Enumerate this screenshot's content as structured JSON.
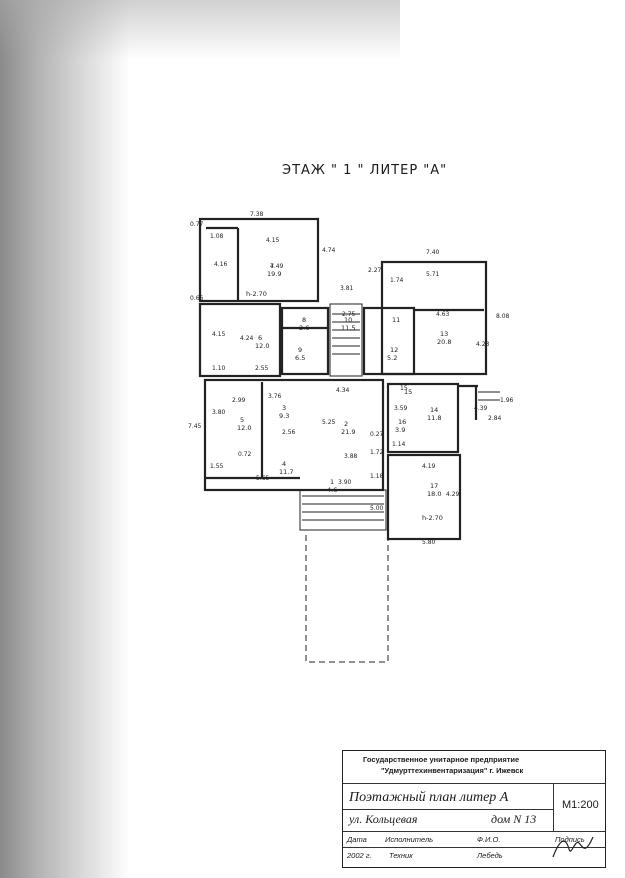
{
  "title": "ЭТАЖ \" 1 \" ЛИТЕР \"А\"",
  "rooms": [
    {
      "num": "7",
      "area": "19.9"
    },
    {
      "num": "6",
      "area": "12.0"
    },
    {
      "num": "8",
      "area": "2.6"
    },
    {
      "num": "9",
      "area": "6.5"
    },
    {
      "num": "10",
      "area": "11.5"
    },
    {
      "num": "11",
      "area": ""
    },
    {
      "num": "12",
      "area": "5.2"
    },
    {
      "num": "13",
      "area": "20.8"
    },
    {
      "num": "5",
      "area": "12.0"
    },
    {
      "num": "3",
      "area": "9.3"
    },
    {
      "num": "2",
      "area": "21.9"
    },
    {
      "num": "4",
      "area": "11.7"
    },
    {
      "num": "1",
      "area": "4.6"
    },
    {
      "num": "15",
      "area": ""
    },
    {
      "num": "14",
      "area": "11.8"
    },
    {
      "num": "16",
      "area": "3.9"
    },
    {
      "num": "17",
      "area": "18.0"
    }
  ],
  "heights": [
    "h-2.70",
    "h-2.70"
  ],
  "dims": [
    "7.38",
    "1.08",
    "4.15",
    "4.16",
    "4.49",
    "4.74",
    "0.77",
    "0.66",
    "4.24",
    "4.15",
    "2.55",
    "1.10",
    "3.81",
    "2.75",
    "2.27",
    "7.40",
    "1.74",
    "5.71",
    "4.63",
    "8.08",
    "4.23",
    "2.99",
    "3.80",
    "3.76",
    "4.34",
    "2.56",
    "5.25",
    "7.45",
    "0.72",
    "1.55",
    "5.65",
    "3.88",
    "3.90",
    "1.18",
    "1.72",
    "0.27",
    "15",
    "3.59",
    "4.39",
    "1.14",
    "2.84",
    "1.96",
    "4.19",
    "4.29",
    "5.00",
    "5.80"
  ],
  "stamp": {
    "org_line1": "Государственное унитарное предприятие",
    "org_line2": "\"Удмурттехинвентаризация\" г. Ижевск",
    "plan_name": "Поэтажный план литер А",
    "scale": "М1:200",
    "street": "ул. Кольцевая",
    "house": "дом N 13",
    "col_date": "Дата",
    "col_executor": "Исполнитель",
    "col_name": "Ф.И.О.",
    "col_sign": "Подпись",
    "date": "2002 г.",
    "executor": "Техник",
    "name": "Лебедь"
  }
}
